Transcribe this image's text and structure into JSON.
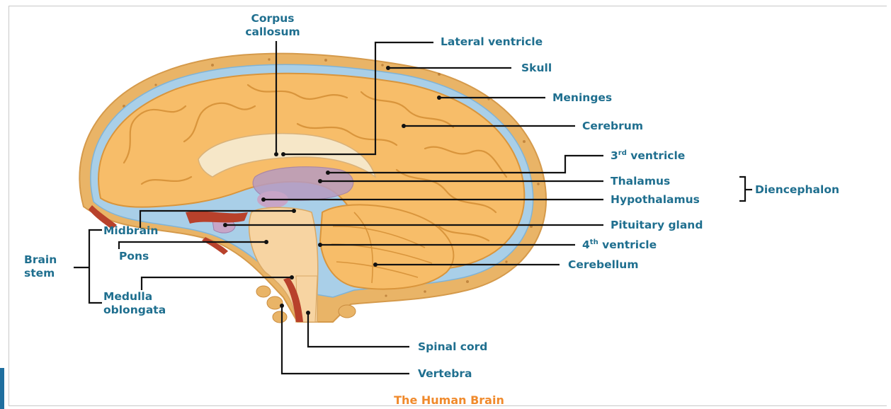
{
  "labels": {
    "corpus_callosum_1": "Corpus",
    "corpus_callosum_2": "callosum",
    "lateral_ventricle": "Lateral ventricle",
    "skull": "Skull",
    "meninges": "Meninges",
    "cerebrum": "Cerebrum",
    "third_ventricle_num": "3",
    "third_ventricle_sup": "rd",
    "third_ventricle_text": " ventricle",
    "thalamus": "Thalamus",
    "hypothalamus": "Hypothalamus",
    "diencephalon": "Diencephalon",
    "pituitary_gland": "Pituitary gland",
    "fourth_ventricle_num": "4",
    "fourth_ventricle_sup": "th",
    "fourth_ventricle_text": " ventricle",
    "cerebellum": "Cerebellum",
    "midbrain": "Midbrain",
    "pons": "Pons",
    "brain_stem_1": "Brain",
    "brain_stem_2": "stem",
    "medulla_1": "Medulla",
    "medulla_2": "oblongata",
    "spinal_cord": "Spinal cord",
    "vertebra": "Vertebra"
  },
  "caption": "The Human Brain",
  "colors": {
    "label_text": "#1f6f8f",
    "caption_text": "#f08a2c",
    "brain_fill": "#f7bd69",
    "skull_fill": "#e9b467",
    "meninges": "#a9cfe8",
    "deep_structures": "#b79bc1"
  }
}
